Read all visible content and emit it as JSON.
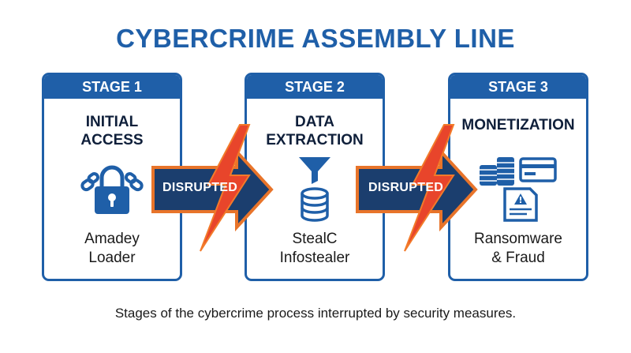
{
  "title": "CYBERCRIME ASSEMBLY LINE",
  "stages": [
    {
      "header": "STAGE 1",
      "title_lines": [
        "INITIAL",
        "ACCESS"
      ],
      "label_lines": [
        "Amadey",
        "Loader"
      ],
      "icon": "padlock-chain-icon"
    },
    {
      "header": "STAGE 2",
      "title_lines": [
        "DATA",
        "EXTRACTION"
      ],
      "label_lines": [
        "StealC",
        "Infostealer"
      ],
      "icon": "funnel-database-icon"
    },
    {
      "header": "STAGE 3",
      "title_lines": [
        "MONETIZATION"
      ],
      "label_lines": [
        "Ransomware",
        "& Fraud"
      ],
      "icon": "coins-card-ransom-note-icon"
    }
  ],
  "connectors": [
    {
      "label": "DISRUPTED",
      "icon": "lightning-bolt-icon"
    },
    {
      "label": "DISRUPTED",
      "icon": "lightning-bolt-icon"
    }
  ],
  "caption": "Stages of the cybercrime process interrupted by security measures.",
  "colors": {
    "primary_blue": "#1f5fa8",
    "arrow_navy": "#1b3e6e",
    "arrow_outline": "#e8742a",
    "bolt_red": "#e8452b",
    "bolt_orange": "#f27a2a",
    "dark_text": "#0f1f3a"
  }
}
